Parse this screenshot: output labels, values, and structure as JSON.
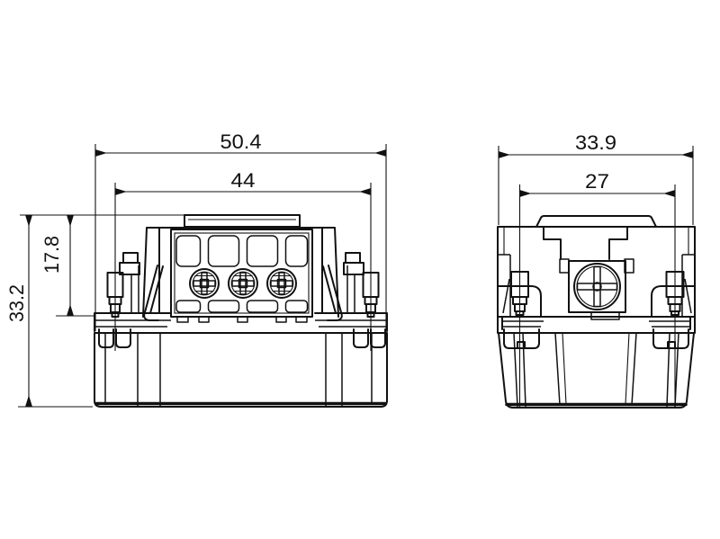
{
  "drawing": {
    "type": "technical-dimension-drawing",
    "subject": "heavy-duty-connector-insert-two-views",
    "colors": {
      "line": "#111111",
      "background": "#ffffff"
    },
    "front_view": {
      "name": "front view",
      "contact_count": 3,
      "dims": {
        "overall_width": "50.4",
        "inner_width": "44",
        "overall_height": "33.2",
        "upper_height": "17.8"
      }
    },
    "side_view": {
      "name": "side view",
      "dims": {
        "overall_depth": "33.9",
        "inner_depth": "27"
      }
    }
  }
}
